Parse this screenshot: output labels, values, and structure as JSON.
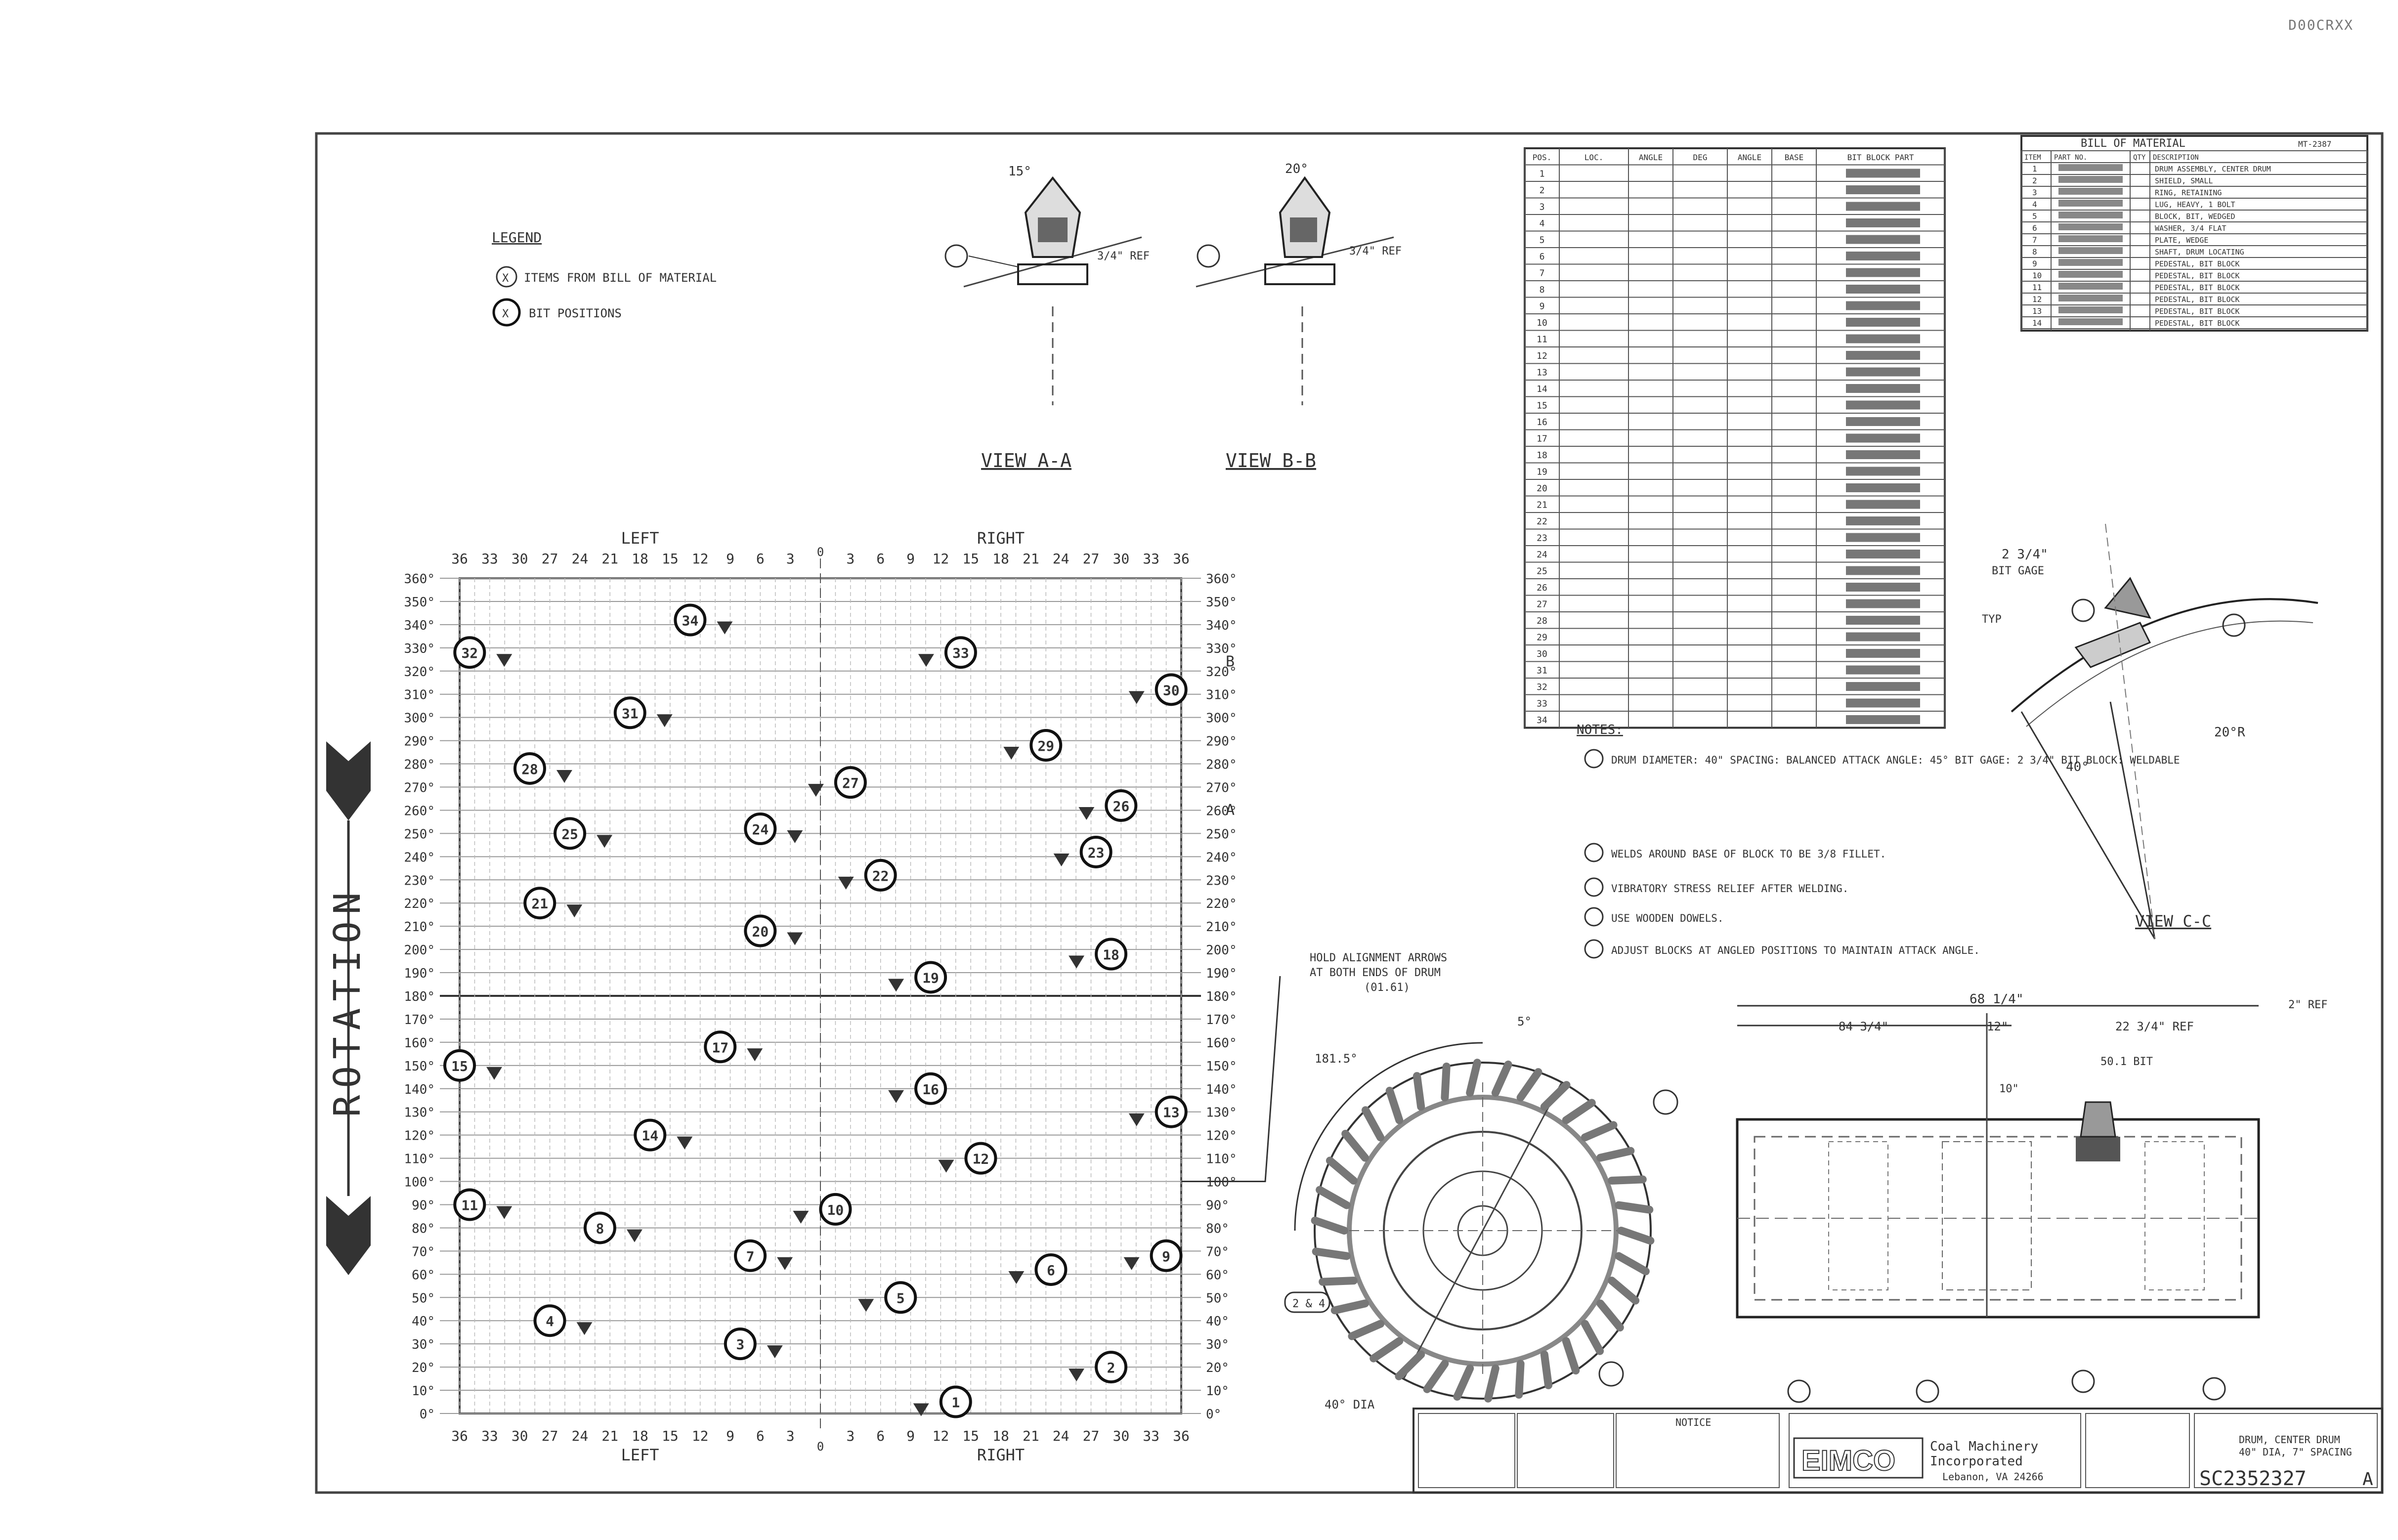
{
  "sheet_id": "D00CRXX",
  "legend": {
    "title": "LEGEND",
    "items": [
      {
        "symbol": "X",
        "label": "ITEMS FROM BILL OF MATERIAL"
      },
      {
        "symbol": "X",
        "label": "BIT POSITIONS"
      }
    ]
  },
  "views": {
    "view_a": {
      "label": "VIEW A-A",
      "angle": "15°",
      "dim": "3/4\" REF"
    },
    "view_b": {
      "label": "VIEW B-B",
      "angle": "20°",
      "dim": "3/4\" REF"
    },
    "view_c": {
      "label": "VIEW C-C",
      "dim1": "2 3/4\"",
      "dim1_sub": "BIT GAGE",
      "dim2": "TYP",
      "dim3": "20°R",
      "angle": "40°"
    }
  },
  "chart": {
    "left_label": "LEFT",
    "right_label": "RIGHT",
    "center_tick": "0",
    "rotation_label": "ROTATION",
    "top_ticks": [
      "36",
      "33",
      "30",
      "27",
      "24",
      "21",
      "18",
      "15",
      "12",
      "9",
      "6",
      "3",
      "3",
      "6",
      "9",
      "12",
      "15",
      "18",
      "21",
      "24",
      "27",
      "30",
      "33",
      "36"
    ],
    "bottom_ticks": [
      "36",
      "33",
      "30",
      "27",
      "24",
      "21",
      "18",
      "15",
      "12",
      "9",
      "6",
      "3",
      "3",
      "6",
      "9",
      "12",
      "15",
      "18",
      "21",
      "24",
      "27",
      "30",
      "33",
      "36"
    ],
    "y_ticks": [
      "360°",
      "350°",
      "340°",
      "330°",
      "320°",
      "310°",
      "300°",
      "290°",
      "280°",
      "270°",
      "260°",
      "250°",
      "240°",
      "230°",
      "220°",
      "210°",
      "200°",
      "190°",
      "180°",
      "170°",
      "160°",
      "150°",
      "140°",
      "130°",
      "120°",
      "110°",
      "100°",
      "90°",
      "80°",
      "70°",
      "60°",
      "50°",
      "40°",
      "30°",
      "20°",
      "10°",
      "0°"
    ],
    "section_b": "B",
    "section_a": "A"
  },
  "chart_data": {
    "type": "scatter",
    "title": "",
    "xlabel": "LEFT / RIGHT",
    "ylabel": "",
    "xlim": [
      -36,
      36
    ],
    "ylim": [
      0,
      360
    ],
    "points": [
      {
        "id": "1",
        "x": 13.5,
        "y": 5
      },
      {
        "id": "2",
        "x": 29,
        "y": 20
      },
      {
        "id": "3",
        "x": -8,
        "y": 30
      },
      {
        "id": "4",
        "x": -27,
        "y": 40
      },
      {
        "id": "5",
        "x": 8,
        "y": 50
      },
      {
        "id": "6",
        "x": 23,
        "y": 62
      },
      {
        "id": "7",
        "x": -7,
        "y": 68
      },
      {
        "id": "8",
        "x": -22,
        "y": 80
      },
      {
        "id": "9",
        "x": 34.5,
        "y": 68
      },
      {
        "id": "10",
        "x": 1.5,
        "y": 88
      },
      {
        "id": "11",
        "x": -35,
        "y": 90
      },
      {
        "id": "12",
        "x": 16,
        "y": 110
      },
      {
        "id": "13",
        "x": 35,
        "y": 130
      },
      {
        "id": "14",
        "x": -17,
        "y": 120
      },
      {
        "id": "15",
        "x": -36,
        "y": 150
      },
      {
        "id": "16",
        "x": 11,
        "y": 140
      },
      {
        "id": "17",
        "x": -10,
        "y": 158
      },
      {
        "id": "18",
        "x": 29,
        "y": 198
      },
      {
        "id": "19",
        "x": 11,
        "y": 188
      },
      {
        "id": "20",
        "x": -6,
        "y": 208
      },
      {
        "id": "21",
        "x": -28,
        "y": 220
      },
      {
        "id": "22",
        "x": 6,
        "y": 232
      },
      {
        "id": "23",
        "x": 27.5,
        "y": 242
      },
      {
        "id": "24",
        "x": -6,
        "y": 252
      },
      {
        "id": "25",
        "x": -25,
        "y": 250
      },
      {
        "id": "26",
        "x": 30,
        "y": 262
      },
      {
        "id": "27",
        "x": 3,
        "y": 272
      },
      {
        "id": "28",
        "x": -29,
        "y": 278
      },
      {
        "id": "29",
        "x": 22.5,
        "y": 288
      },
      {
        "id": "30",
        "x": 35,
        "y": 312
      },
      {
        "id": "31",
        "x": -19,
        "y": 302
      },
      {
        "id": "32",
        "x": -35,
        "y": 328
      },
      {
        "id": "33",
        "x": 14,
        "y": 328
      },
      {
        "id": "34",
        "x": -13,
        "y": 342
      }
    ]
  },
  "drum_view": {
    "note1": "HOLD ALIGNMENT ARROWS",
    "note2": "AT BOTH ENDS OF DRUM",
    "dim1": "(01.61)",
    "angle1": "181.5°",
    "angle2": "5°",
    "dim2": "40° DIA",
    "callout": "2 & 4"
  },
  "front_view": {
    "overall": "68 1/4\"",
    "dim_left": "84 3/4\"",
    "dim_mid": "12\"",
    "dim_right": "22 3/4\" REF",
    "ref": "2\" REF",
    "bit": "50.1 BIT",
    "vertical": "10\""
  },
  "notes": {
    "title": "NOTES:",
    "items": [
      "DRUM DIAMETER: 40\"  SPACING: BALANCED  ATTACK ANGLE: 45°  BIT GAGE: 2 3/4\"  BIT BLOCK: WELDABLE",
      "WELDS AROUND BASE OF BLOCK TO BE 3/8 FILLET.",
      "VIBRATORY STRESS RELIEF AFTER WELDING.",
      "USE WOODEN DOWELS.",
      "ADJUST BLOCKS AT ANGLED POSITIONS TO MAINTAIN ATTACK ANGLE."
    ]
  },
  "bit_table": {
    "headers": [
      "POS.",
      "LOC.",
      "ANGLE",
      "DEG",
      "ANGLE",
      "BASE",
      "BIT BLOCK PART"
    ],
    "row_count": 34
  },
  "bom": {
    "title": "BILL OF MATERIAL",
    "ref": "MT-2387",
    "headers": [
      "ITEM",
      "PART NO.",
      "QTY",
      "DESCRIPTION"
    ],
    "items": [
      {
        "item": "1",
        "desc": "DRUM ASSEMBLY, CENTER DRUM"
      },
      {
        "item": "2",
        "desc": "SHIELD, SMALL"
      },
      {
        "item": "3",
        "desc": "RING, RETAINING"
      },
      {
        "item": "4",
        "desc": "LUG, HEAVY, 1 BOLT"
      },
      {
        "item": "5",
        "desc": "BLOCK, BIT, WEDGED"
      },
      {
        "item": "6",
        "desc": "WASHER, 3/4 FLAT"
      },
      {
        "item": "7",
        "desc": "PLATE, WEDGE"
      },
      {
        "item": "8",
        "desc": "SHAFT, DRUM LOCATING"
      },
      {
        "item": "9",
        "desc": "PEDESTAL, BIT BLOCK"
      },
      {
        "item": "10",
        "desc": "PEDESTAL, BIT BLOCK"
      },
      {
        "item": "11",
        "desc": "PEDESTAL, BIT BLOCK"
      },
      {
        "item": "12",
        "desc": "PEDESTAL, BIT BLOCK"
      },
      {
        "item": "13",
        "desc": "PEDESTAL, BIT BLOCK"
      },
      {
        "item": "14",
        "desc": "PEDESTAL, BIT BLOCK"
      }
    ]
  },
  "title_block": {
    "company": "EIMCO",
    "sub1": "Coal Machinery",
    "sub2": "Incorporated",
    "sub3": "Lebanon, VA 24266",
    "title1": "DRUM, CENTER DRUM",
    "title2": "40\" DIA, 7\" SPACING",
    "dwg_no": "SC2352327",
    "rev": "A",
    "notice_title": "NOTICE"
  }
}
